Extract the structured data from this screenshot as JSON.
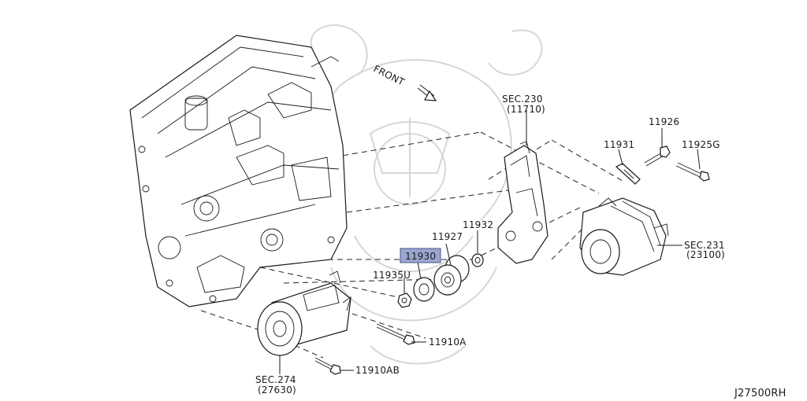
{
  "labels": {
    "front": "FRONT",
    "sec230_a": "SEC.230",
    "sec230_b": "(11710)",
    "p11926": "11926",
    "p11931": "11931",
    "p11925g": "11925G",
    "p11932": "11932",
    "p11927": "11927",
    "p11930": "11930",
    "p11935u": "11935U",
    "sec231_a": "SEC.231",
    "sec231_b": "(23100)",
    "p11910a": "11910A",
    "p11910ab": "11910AB",
    "sec274_a": "SEC.274",
    "sec274_b": "(27630)",
    "diagram_code": "J27500RH"
  },
  "colors": {
    "line": "#1a1a1a",
    "highlight": "#9aa6cf",
    "watermark": "#d6d6d6",
    "background": "#ffffff"
  }
}
